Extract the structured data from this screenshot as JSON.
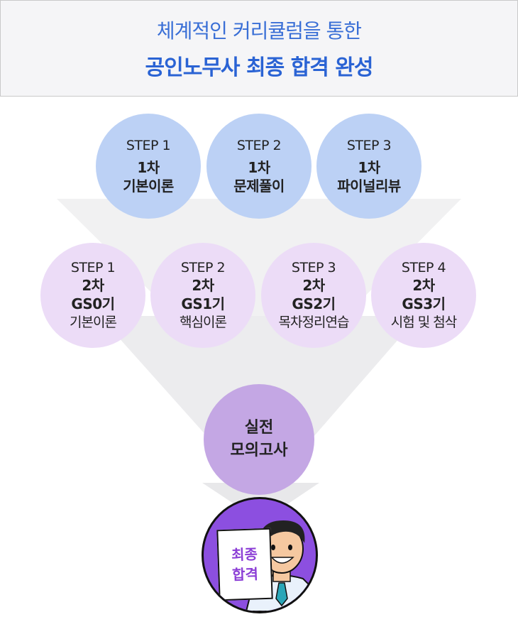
{
  "header": {
    "line1": "체계적인 커리큘럼을 통한",
    "line2": "공인노무사 최종 합격 완성"
  },
  "stage1": [
    {
      "step": "STEP 1",
      "round": "1차",
      "title": "기본이론"
    },
    {
      "step": "STEP 2",
      "round": "1차",
      "title": "문제풀이"
    },
    {
      "step": "STEP 3",
      "round": "1차",
      "title": "파이널리뷰"
    }
  ],
  "stage2": [
    {
      "step": "STEP 1",
      "round": "2차",
      "code": "GS0기",
      "desc": "기본이론"
    },
    {
      "step": "STEP 2",
      "round": "2차",
      "code": "GS1기",
      "desc": "핵심이론"
    },
    {
      "step": "STEP 3",
      "round": "2차",
      "code": "GS2기",
      "desc": "목차정리연습"
    },
    {
      "step": "STEP 4",
      "round": "2차",
      "code": "GS3기",
      "desc": "시험 및 첨삭"
    }
  ],
  "mock_exam": {
    "line1": "실전",
    "line2": "모의고사"
  },
  "final": {
    "line1": "최종",
    "line2": "합격"
  },
  "colors": {
    "header_text": "#2a63d4",
    "stage1_circle": "#bcd1f5",
    "stage2_circle": "#ecdcf7",
    "mock_circle": "#c4a7e4",
    "final_circle": "#8c4fe0"
  }
}
